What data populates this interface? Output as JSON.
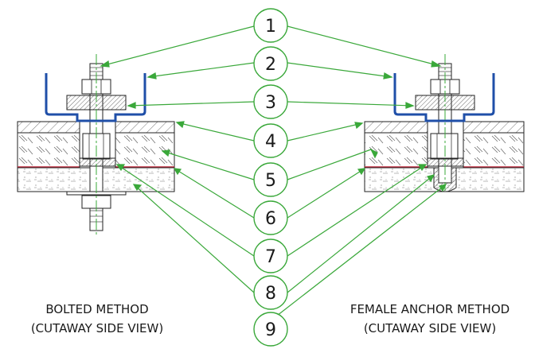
{
  "callouts": [
    "1",
    "2",
    "3",
    "4",
    "5",
    "6",
    "7",
    "8",
    "9"
  ],
  "captions": {
    "left": {
      "line1": "BOLTED METHOD",
      "line2": "(CUTAWAY SIDE VIEW)"
    },
    "right": {
      "line1": "FEMALE ANCHOR METHOD",
      "line2": "(CUTAWAY SIDE VIEW)"
    }
  },
  "colors": {
    "leader": "#3aa83a",
    "channel": "#1f4fa8",
    "centerline": "#3aa83a",
    "membrane": "#c0283c",
    "outline": "#222222"
  }
}
